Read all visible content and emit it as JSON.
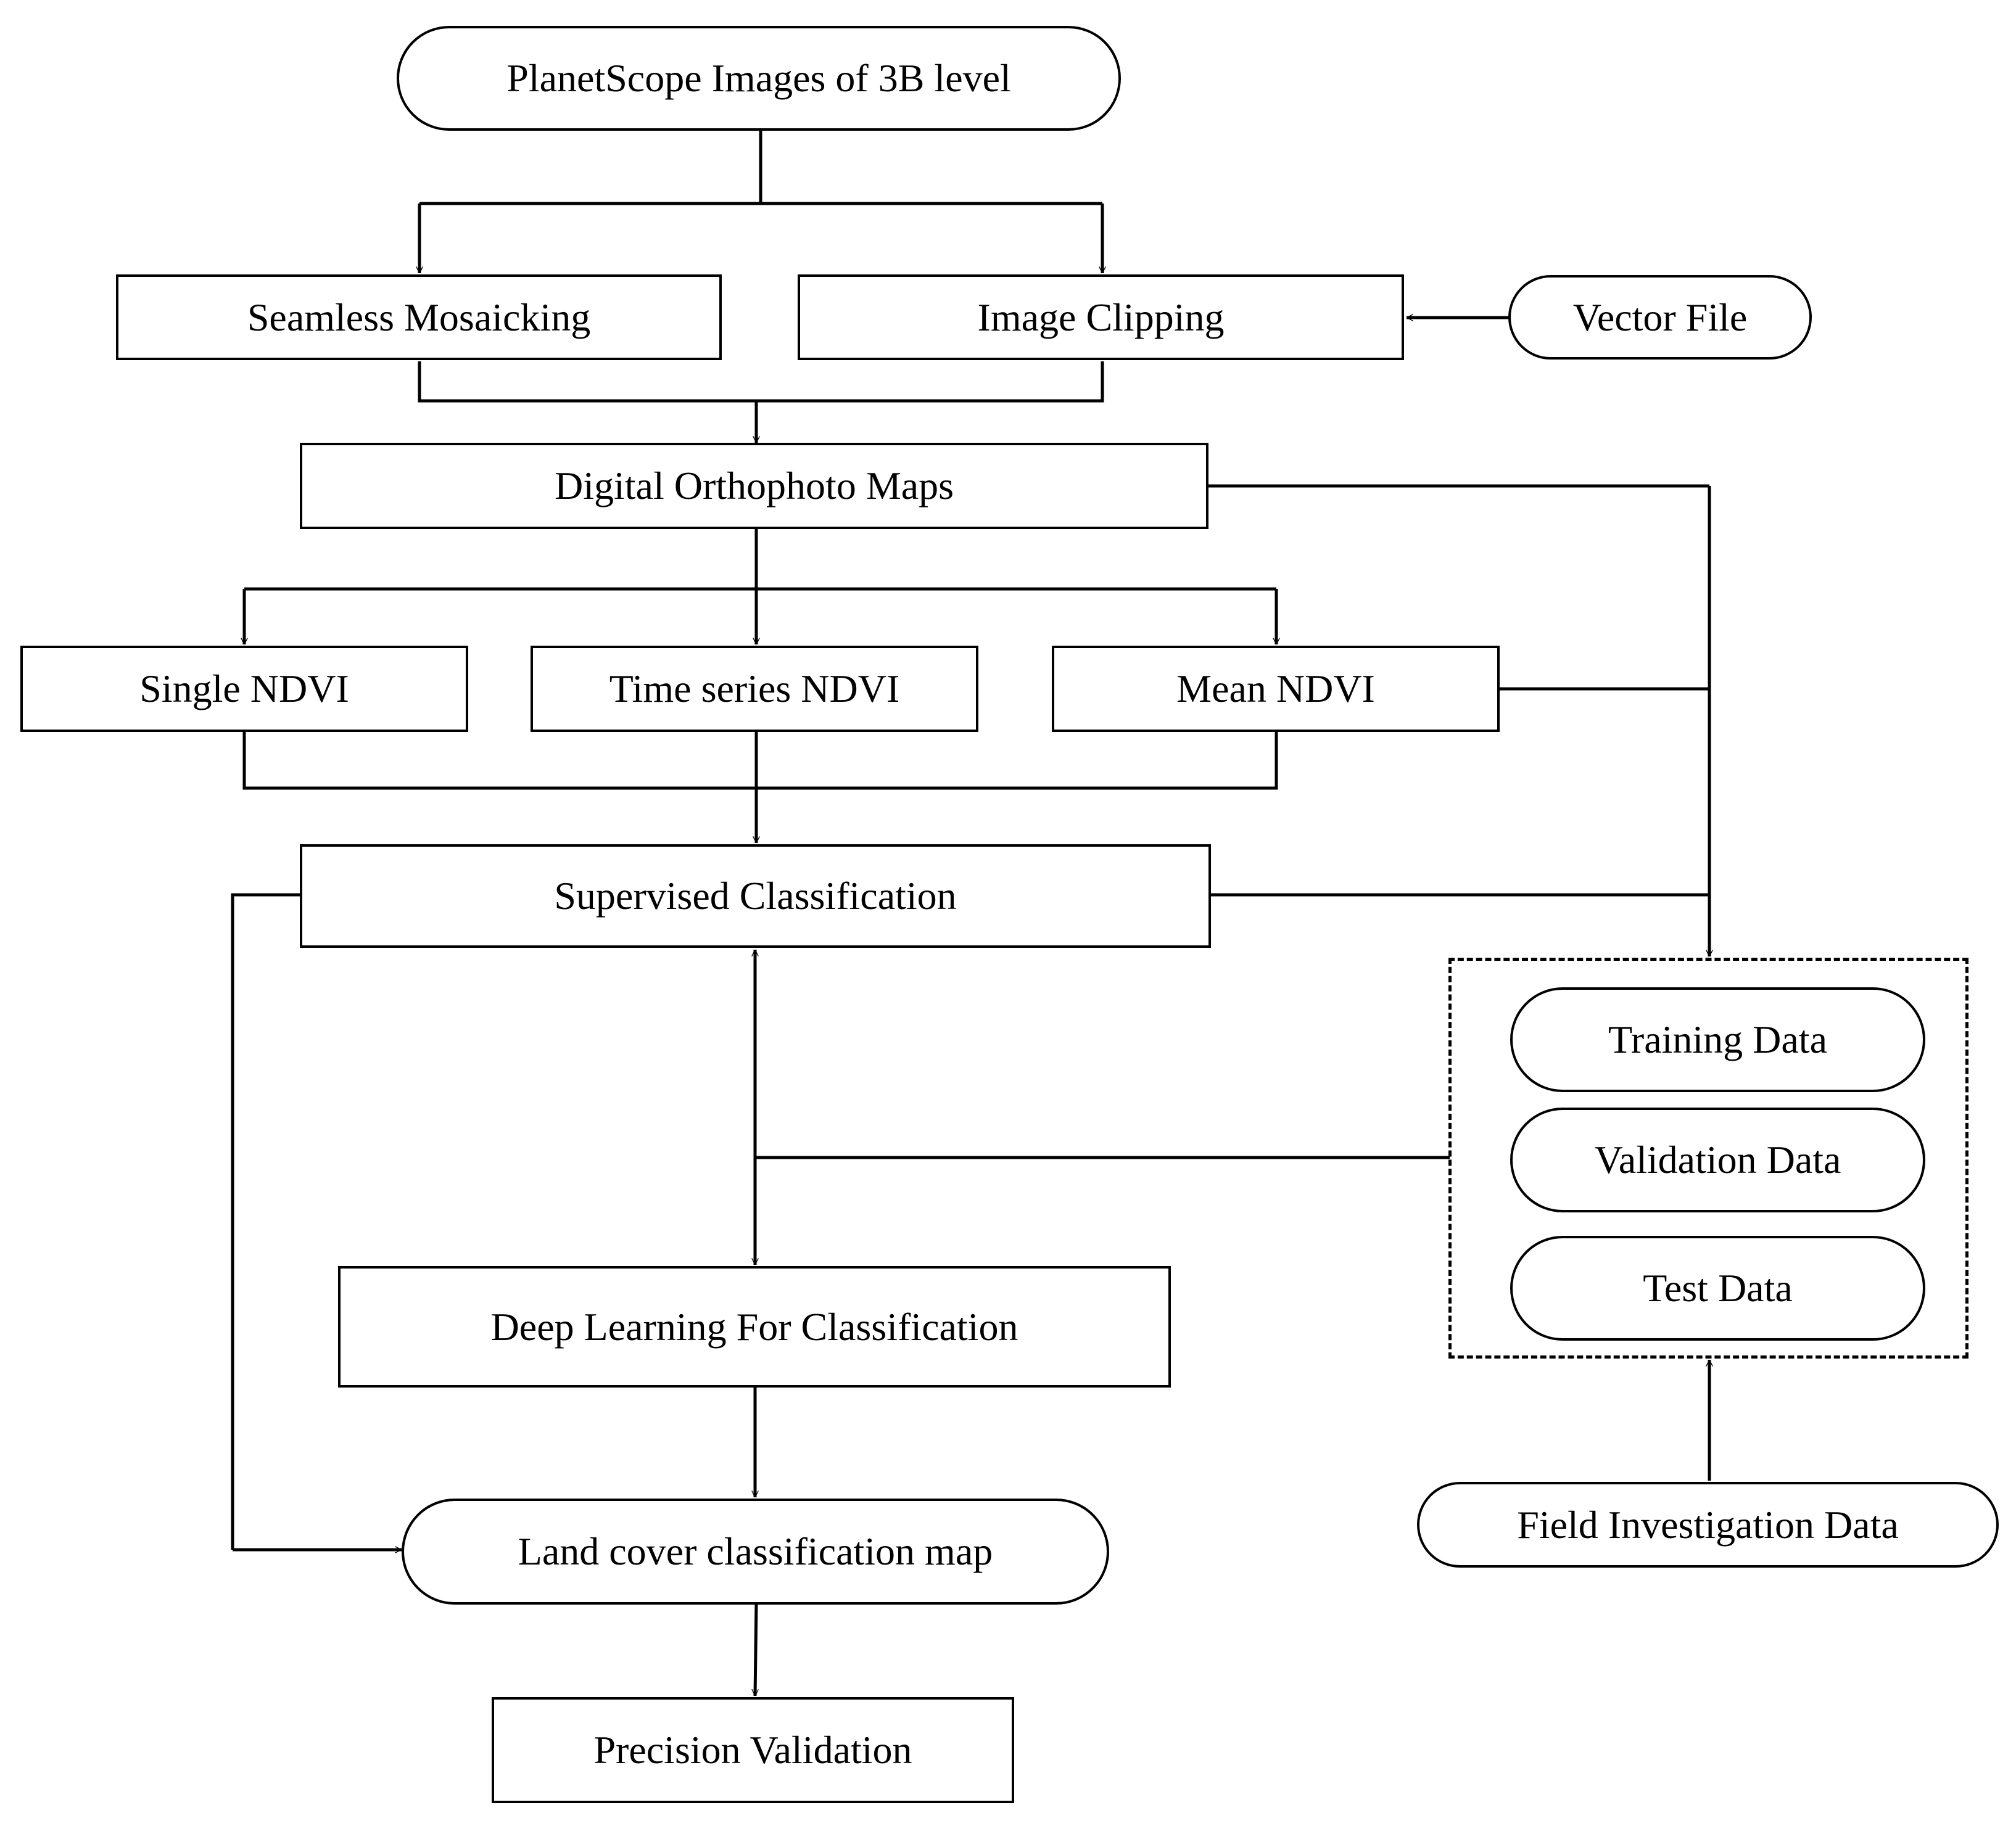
{
  "nodes": {
    "planetscope": "PlanetScope Images of 3B level",
    "seamless_mosaicking": "Seamless Mosaicking",
    "image_clipping": "Image Clipping",
    "vector_file": "Vector File",
    "digital_orthophoto_maps": "Digital Orthophoto Maps",
    "single_ndvi": "Single NDVI",
    "time_series_ndvi": "Time series NDVI",
    "mean_ndvi": "Mean NDVI",
    "supervised_classification": "Supervised Classification",
    "training_data": "Training Data",
    "validation_data": "Validation Data",
    "test_data": "Test Data",
    "deep_learning": "Deep Learning For Classification",
    "land_cover_map": "Land cover classification map",
    "field_investigation": "Field Investigation Data",
    "precision_validation": "Precision Validation"
  },
  "connectors": [
    {
      "from": "planetscope",
      "to": "seamless_mosaicking"
    },
    {
      "from": "planetscope",
      "to": "image_clipping"
    },
    {
      "from": "vector_file",
      "to": "image_clipping"
    },
    {
      "from": "seamless_mosaicking",
      "to": "digital_orthophoto_maps"
    },
    {
      "from": "image_clipping",
      "to": "digital_orthophoto_maps"
    },
    {
      "from": "digital_orthophoto_maps",
      "to": "single_ndvi"
    },
    {
      "from": "digital_orthophoto_maps",
      "to": "time_series_ndvi"
    },
    {
      "from": "digital_orthophoto_maps",
      "to": "mean_ndvi"
    },
    {
      "from": "digital_orthophoto_maps",
      "to": "sample_data_group"
    },
    {
      "from": "single_ndvi",
      "to": "supervised_classification"
    },
    {
      "from": "time_series_ndvi",
      "to": "supervised_classification"
    },
    {
      "from": "mean_ndvi",
      "to": "supervised_classification"
    },
    {
      "from": "mean_ndvi",
      "to": "sample_data_group"
    },
    {
      "from": "supervised_classification",
      "to": "sample_data_group"
    },
    {
      "from": "sample_data_group",
      "to": "supervised_classification"
    },
    {
      "from": "sample_data_group",
      "to": "deep_learning"
    },
    {
      "from": "supervised_classification",
      "to": "land_cover_map"
    },
    {
      "from": "deep_learning",
      "to": "land_cover_map"
    },
    {
      "from": "field_investigation",
      "to": "sample_data_group"
    },
    {
      "from": "land_cover_map",
      "to": "precision_validation"
    }
  ]
}
